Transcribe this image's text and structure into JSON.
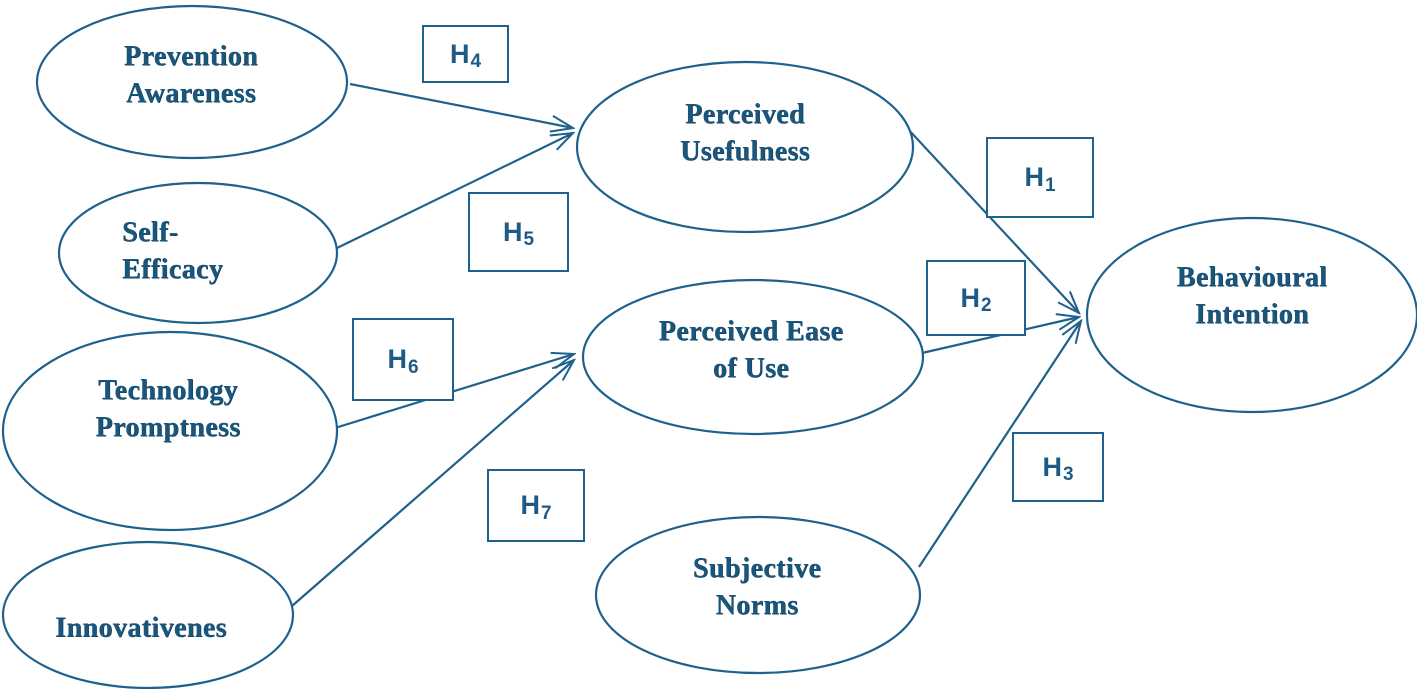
{
  "diagram": {
    "kind": "hypothesis-path-model",
    "accent_color": "#1f618d",
    "text_color": "#1a567c",
    "nodes": [
      {
        "id": "prevention-awareness",
        "label": "Prevention\nAwareness"
      },
      {
        "id": "self-efficacy",
        "label": "Self-\nEfficacy"
      },
      {
        "id": "technology-promptness",
        "label": "Technology\nPromptness"
      },
      {
        "id": "innovativenes",
        "label": "Innovativenes"
      },
      {
        "id": "perceived-usefulness",
        "label": "Perceived\nUsefulness"
      },
      {
        "id": "perceived-ease-of-use",
        "label": "Perceived Ease\nof Use"
      },
      {
        "id": "subjective-norms",
        "label": "Subjective\nNorms"
      },
      {
        "id": "behavioural-intention",
        "label": "Behavioural\nIntention"
      }
    ],
    "hypotheses": [
      {
        "id": "H1",
        "base": "H",
        "sub": "1",
        "from": "Perceived Usefulness",
        "to": "Behavioural Intention"
      },
      {
        "id": "H2",
        "base": "H",
        "sub": "2",
        "from": "Perceived Ease of Use",
        "to": "Behavioural Intention"
      },
      {
        "id": "H3",
        "base": "H",
        "sub": "3",
        "from": "Subjective Norms",
        "to": "Behavioural Intention"
      },
      {
        "id": "H4",
        "base": "H",
        "sub": "4",
        "from": "Prevention Awareness",
        "to": "Perceived Usefulness"
      },
      {
        "id": "H5",
        "base": "H",
        "sub": "5",
        "from": "Self-Efficacy",
        "to": "Perceived Usefulness"
      },
      {
        "id": "H6",
        "base": "H",
        "sub": "6",
        "from": "Technology Promptness",
        "to": "Perceived Ease of Use"
      },
      {
        "id": "H7",
        "base": "H",
        "sub": "7",
        "from": "Innovativenes",
        "to": "Perceived Ease of Use"
      }
    ]
  }
}
